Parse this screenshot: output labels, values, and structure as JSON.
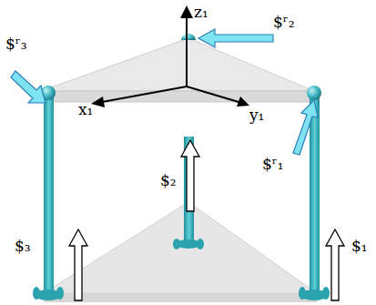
{
  "diagram": {
    "labels": [
      "z₁",
      "x₁",
      "y₁",
      "$ʳ₂",
      "$ʳ₃",
      "$ʳ₁",
      "$₂",
      "$₃",
      "$₁"
    ]
  }
}
